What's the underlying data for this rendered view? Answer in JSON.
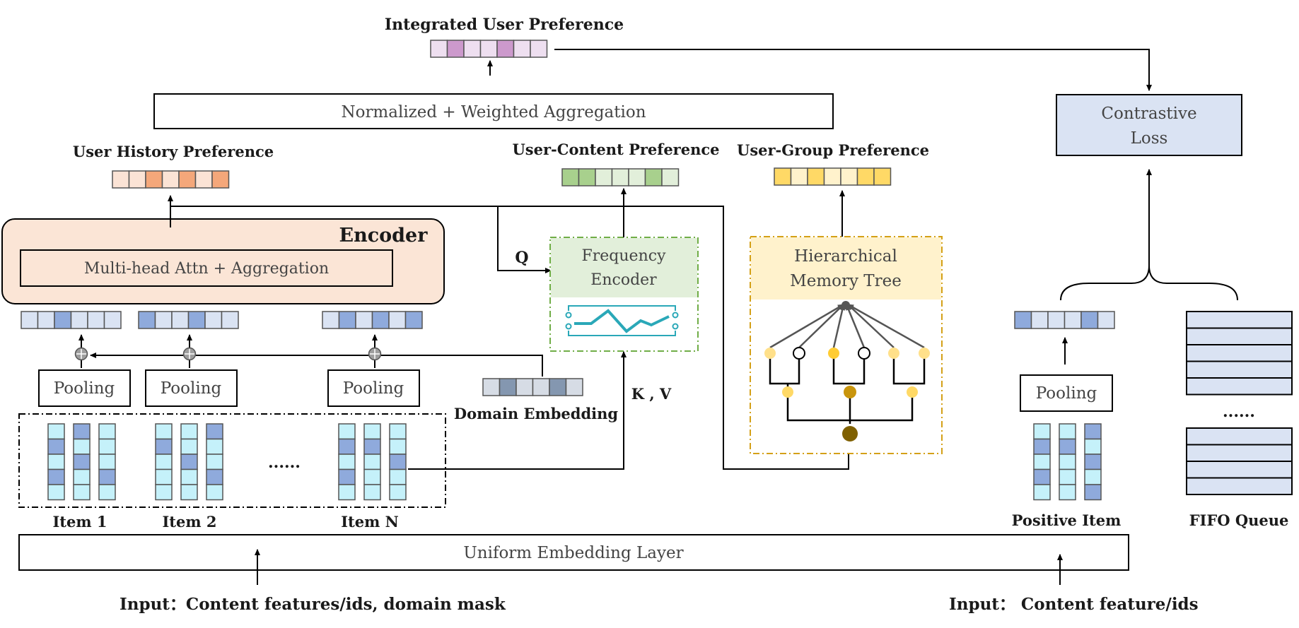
{
  "labels": {
    "integrated_pref": "Integrated User Preference",
    "norm_agg": "Normalized + Weighted Aggregation",
    "history_pref": "User History Preference",
    "content_pref": "User-Content Preference",
    "group_pref": "User-Group Preference",
    "contrastive_1": "Contrastive",
    "contrastive_2": "Loss",
    "encoder": "Encoder",
    "mha": "Multi-head Attn + Aggregation",
    "freq_1": "Frequency",
    "freq_2": "Encoder",
    "hmt_1": "Hierarchical",
    "hmt_2": "Memory Tree",
    "q": "Q",
    "kv": "K , V",
    "pooling": "Pooling",
    "domain_emb": "Domain Embedding",
    "ellipsis": "......",
    "item1": "Item 1",
    "item2": "Item 2",
    "itemN": "Item N",
    "positive_item": "Positive Item",
    "fifo": "FIFO Queue",
    "uniform": "Uniform Embedding Layer",
    "input_left": "Input：Content features/ids, domain mask",
    "input_right": "Input：  Content feature/ids"
  },
  "colors": {
    "purple_dark": "#cc99cc",
    "purple_light": "#eedff0",
    "orange_dark": "#f4a77a",
    "orange_light": "#fbe3d5",
    "green_dark": "#a8d08d",
    "green_light": "#e2efda",
    "yellow_dark": "#ffd966",
    "yellow_light": "#fff2cc",
    "blue_dark": "#8faadc",
    "blue_light": "#dae3f3",
    "cyan": "#c5f1fa",
    "grey_dark": "#8497b0",
    "grey_light": "#d6dce5",
    "encoder_fill": "#fbe5d6",
    "freq_fill": "#e2efda",
    "freq_border": "#70ad47",
    "hmt_fill": "#fff2cc",
    "hmt_border": "#d4a017",
    "loss_fill": "#dae3f3",
    "wave": "#2aa8b8",
    "tree_node_light": "#ffe08a",
    "tree_node_mid": "#c9950c",
    "tree_node_dark": "#7f6000"
  },
  "vectors": {
    "integrated": [
      0,
      1,
      0,
      0,
      1,
      0,
      0
    ],
    "history": [
      0,
      0,
      1,
      0,
      1,
      0,
      1
    ],
    "content": [
      1,
      1,
      0,
      0,
      0,
      1,
      0
    ],
    "group": [
      1,
      0,
      1,
      0,
      0,
      1,
      1
    ],
    "pooled_1": [
      0,
      0,
      1,
      0,
      0,
      0
    ],
    "pooled_2": [
      1,
      0,
      0,
      1,
      0,
      0
    ],
    "pooled_3": [
      0,
      1,
      0,
      1,
      0,
      1
    ],
    "domain": [
      0,
      1,
      0,
      0,
      1,
      0
    ],
    "positive_pooled": [
      1,
      0,
      0,
      0,
      1,
      0
    ]
  },
  "item_columns": {
    "item1": [
      [
        0,
        1,
        0,
        1,
        0
      ],
      [
        1,
        0,
        1,
        0,
        0
      ],
      [
        0,
        0,
        0,
        1,
        0
      ]
    ],
    "item2": [
      [
        0,
        1,
        0,
        0,
        0
      ],
      [
        0,
        0,
        1,
        0,
        0
      ],
      [
        1,
        0,
        0,
        1,
        0
      ]
    ],
    "itemN": [
      [
        0,
        1,
        0,
        1,
        0
      ],
      [
        0,
        1,
        0,
        0,
        0
      ],
      [
        0,
        0,
        1,
        0,
        0
      ]
    ],
    "positive": [
      [
        0,
        1,
        0,
        1,
        0
      ],
      [
        0,
        1,
        0,
        0,
        0
      ],
      [
        1,
        0,
        1,
        0,
        1
      ]
    ]
  }
}
